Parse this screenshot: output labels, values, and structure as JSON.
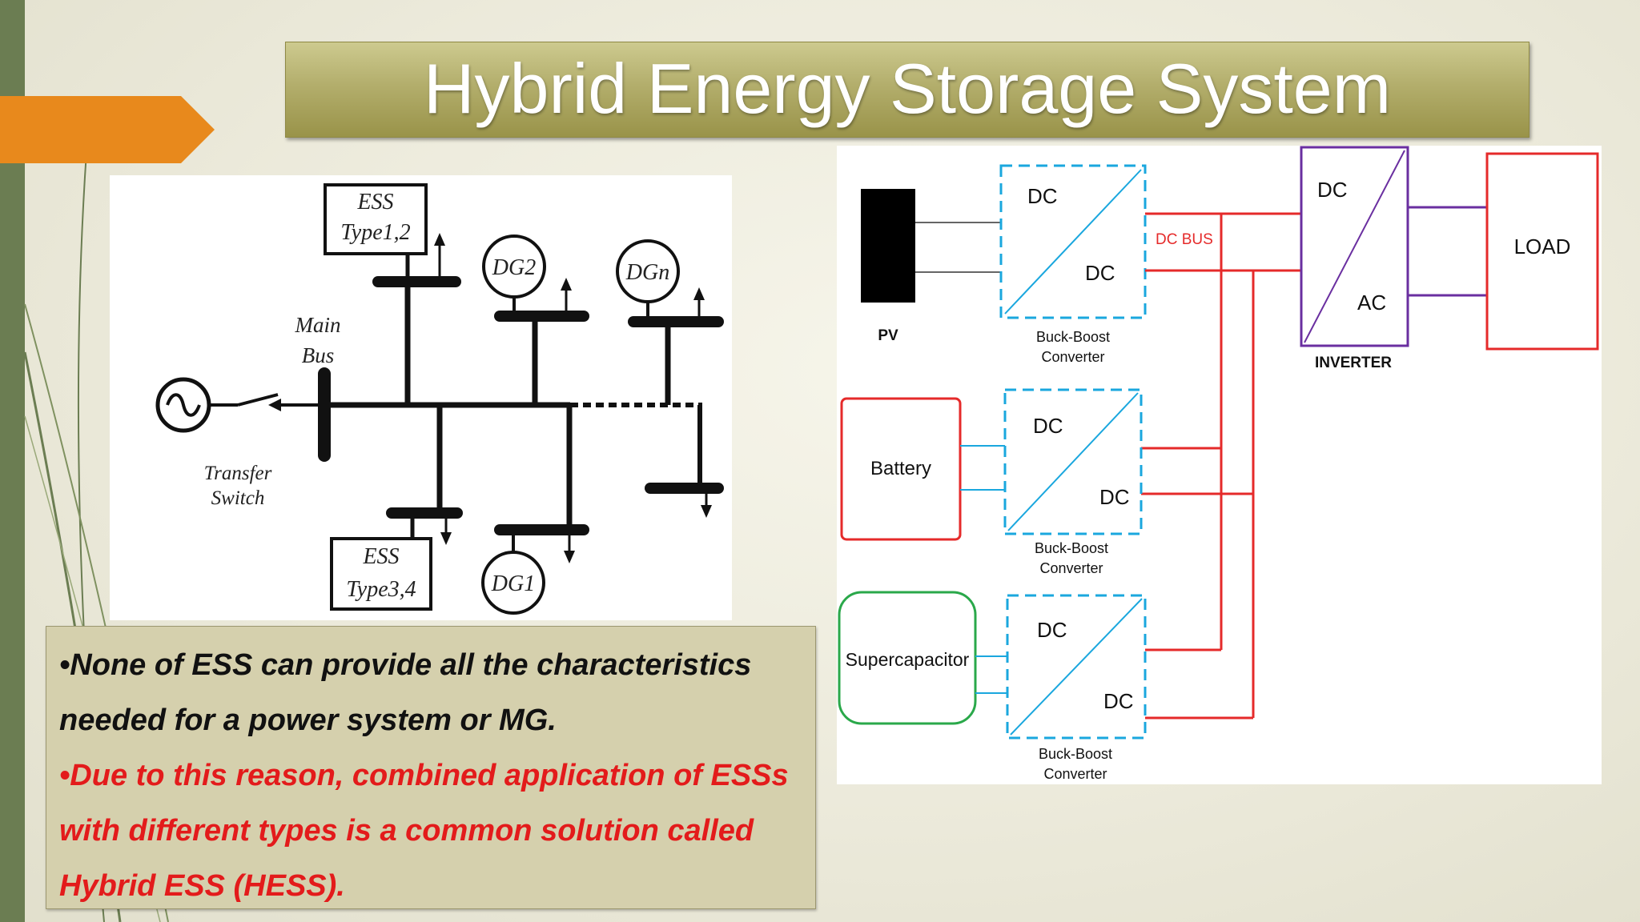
{
  "slide": {
    "title": "Hybrid Energy Storage System",
    "colors": {
      "left_bar": "#6b7d52",
      "arrow_tab": "#e8891c",
      "title_banner": "#b3ae6c",
      "note_box": "#d5d0ad",
      "highlight_red": "#e31b1b"
    }
  },
  "grid_diagram": {
    "ess_top": [
      "ESS",
      "Type1,2"
    ],
    "ess_bottom": [
      "ESS",
      "Type3,4"
    ],
    "dg2": "DG2",
    "dgn": "DGn",
    "dg1": "DG1",
    "main_bus": [
      "Main",
      "Bus"
    ],
    "transfer_switch": [
      "Transfer",
      "Switch"
    ]
  },
  "hess_diagram": {
    "pv_label": "PV",
    "dc": "DC",
    "ac": "AC",
    "dc_bus": "DC BUS",
    "converter_label": [
      "Buck-Boost",
      "Converter"
    ],
    "battery_label": "Battery",
    "supercap_label": "Supercapacitor",
    "inverter_label": "INVERTER",
    "load_label": "LOAD",
    "colors": {
      "dc_bus": "#e52a2a",
      "converter": "#1aa7de",
      "inverter": "#6a2fa0",
      "supercap": "#2aa84a",
      "load": "#e52a2a"
    }
  },
  "notes": {
    "line1": "•None of ESS can provide all the characteristics",
    "line2": "needed for a power system or MG.",
    "line3": "•Due to this reason, combined application of ESSs",
    "line4": "with different types is a common solution called",
    "line5": "Hybrid ESS (HESS)."
  }
}
